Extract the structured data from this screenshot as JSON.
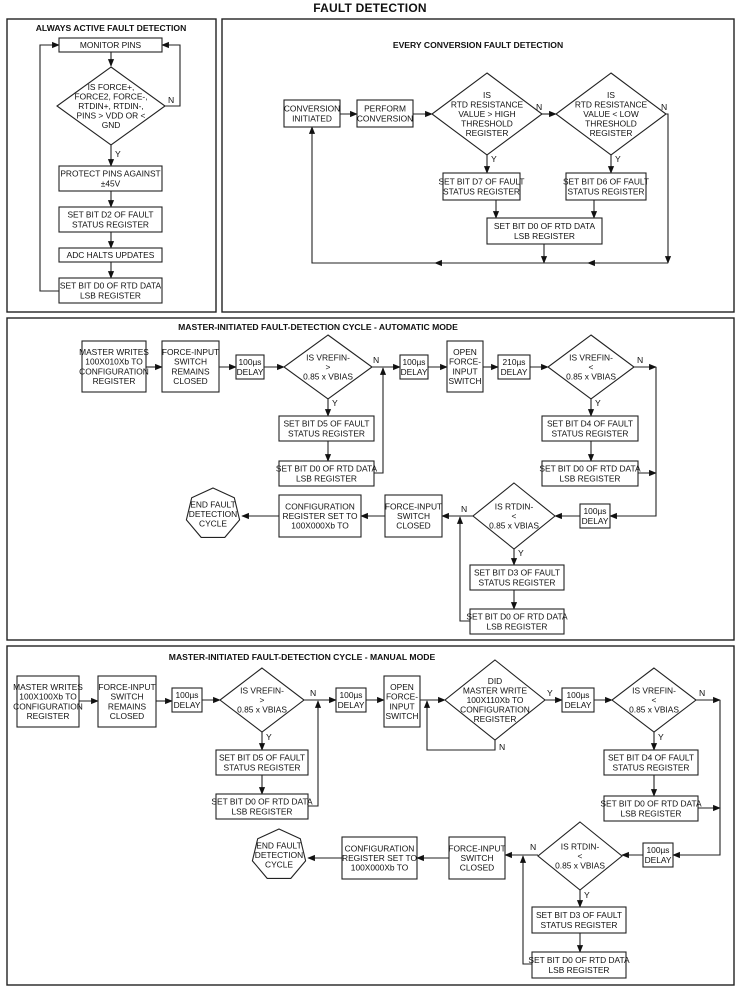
{
  "title": "FAULT DETECTION",
  "panels": {
    "always_active": {
      "title": "ALWAYS ACTIVE FAULT DETECTION",
      "nodes": {
        "monitor": [
          "MONITOR PINS"
        ],
        "decision": [
          "IS FORCE+,",
          "FORCE2, FORCE-,",
          "RTDIN+, RTDIN-,",
          "PINS > VDD OR <",
          "GND"
        ],
        "protect": [
          "PROTECT PINS AGAINST",
          "±45V"
        ],
        "set_d2": [
          "SET BIT D2 OF FAULT",
          "STATUS REGISTER"
        ],
        "adc_halts": [
          "ADC HALTS UPDATES"
        ],
        "set_d0": [
          "SET BIT D0 OF RTD DATA",
          "LSB REGISTER"
        ]
      }
    },
    "every_conversion": {
      "title": "EVERY CONVERSION FAULT DETECTION",
      "nodes": {
        "initiated": [
          "CONVERSION",
          "INITIATED"
        ],
        "perform": [
          "PERFORM",
          "CONVERSION"
        ],
        "high_dec": [
          "IS",
          "RTD RESISTANCE",
          "VALUE > HIGH",
          "THRESHOLD",
          "REGISTER"
        ],
        "low_dec": [
          "IS",
          "RTD RESISTANCE",
          "VALUE < LOW",
          "THRESHOLD",
          "REGISTER"
        ],
        "set_d7": [
          "SET BIT D7 OF FAULT",
          "STATUS REGISTER"
        ],
        "set_d6": [
          "SET BIT D6 OF FAULT",
          "STATUS REGISTER"
        ],
        "set_d0": [
          "SET BIT D0 OF RTD DATA",
          "LSB REGISTER"
        ]
      }
    },
    "automatic": {
      "title": "MASTER-INITIATED FAULT-DETECTION CYCLE - AUTOMATIC MODE",
      "nodes": {
        "master": [
          "MASTER WRITES",
          "100X010Xb TO",
          "CONFIGURATION",
          "REGISTER"
        ],
        "remains": [
          "FORCE-INPUT",
          "SWITCH",
          "REMAINS",
          "CLOSED"
        ],
        "delay1": [
          "100µs",
          "DELAY"
        ],
        "dec1": [
          "IS VREFIN-",
          ">",
          "0.85 x VBIAS"
        ],
        "set_d5": [
          "SET BIT D5 OF FAULT",
          "STATUS REGISTER"
        ],
        "set_d0a": [
          "SET BIT D0 OF RTD DATA",
          "LSB REGISTER"
        ],
        "delay2": [
          "100µs",
          "DELAY"
        ],
        "open": [
          "OPEN",
          "FORCE-",
          "INPUT",
          "SWITCH"
        ],
        "delay3": [
          "210µs",
          "DELAY"
        ],
        "dec2": [
          "IS VREFIN-",
          "<",
          "0.85 x VBIAS"
        ],
        "set_d4": [
          "SET BIT D4 OF FAULT",
          "STATUS REGISTER"
        ],
        "set_d0b": [
          "SET BIT D0 OF RTD DATA",
          "LSB REGISTER"
        ],
        "delay4": [
          "100µs",
          "DELAY"
        ],
        "dec3": [
          "IS RTDIN-",
          "<",
          "0.85 x VBIAS"
        ],
        "set_d3": [
          "SET BIT D3 OF FAULT",
          "STATUS REGISTER"
        ],
        "set_d0c": [
          "SET BIT D0 OF RTD DATA",
          "LSB REGISTER"
        ],
        "closed": [
          "FORCE-INPUT",
          "SWITCH",
          "CLOSED"
        ],
        "config": [
          "CONFIGURATION",
          "REGISTER SET TO",
          "100X000Xb TO"
        ],
        "end": [
          "END FAULT",
          "DETECTION",
          "CYCLE"
        ]
      }
    },
    "manual": {
      "title": "MASTER-INITIATED FAULT-DETECTION CYCLE - MANUAL MODE",
      "nodes": {
        "master": [
          "MASTER WRITES",
          "100X100Xb TO",
          "CONFIGURATION",
          "REGISTER"
        ],
        "remains": [
          "FORCE-INPUT",
          "SWITCH",
          "REMAINS",
          "CLOSED"
        ],
        "delay1": [
          "100µs",
          "DELAY"
        ],
        "dec1": [
          "IS VREFIN-",
          ">",
          "0.85 x VBIAS"
        ],
        "set_d5": [
          "SET BIT D5 OF FAULT",
          "STATUS REGISTER"
        ],
        "set_d0a": [
          "SET BIT D0 OF RTD DATA",
          "LSB REGISTER"
        ],
        "delay2": [
          "100µs",
          "DELAY"
        ],
        "open": [
          "OPEN",
          "FORCE-",
          "INPUT",
          "SWITCH"
        ],
        "did": [
          "DID",
          "MASTER WRITE",
          "100X110Xb TO",
          "CONFIGURATION",
          "REGISTER"
        ],
        "delay3": [
          "100µs",
          "DELAY"
        ],
        "dec2": [
          "IS VREFIN-",
          "<",
          "0.85 x VBIAS"
        ],
        "set_d4": [
          "SET BIT D4 OF FAULT",
          "STATUS REGISTER"
        ],
        "set_d0b": [
          "SET BIT D0 OF RTD DATA",
          "LSB REGISTER"
        ],
        "delay4": [
          "100µs",
          "DELAY"
        ],
        "dec3": [
          "IS RTDIN-",
          "<",
          "0.85 x VBIAS"
        ],
        "set_d3": [
          "SET BIT D3 OF FAULT",
          "STATUS REGISTER"
        ],
        "set_d0c": [
          "SET BIT D0 OF RTD DATA",
          "LSB REGISTER"
        ],
        "closed": [
          "FORCE-INPUT",
          "SWITCH",
          "CLOSED"
        ],
        "config": [
          "CONFIGURATION",
          "REGISTER SET TO",
          "100X000Xb TO"
        ],
        "end": [
          "END FAULT",
          "DETECTION",
          "CYCLE"
        ]
      }
    }
  },
  "labels": {
    "yes": "Y",
    "no": "N"
  }
}
